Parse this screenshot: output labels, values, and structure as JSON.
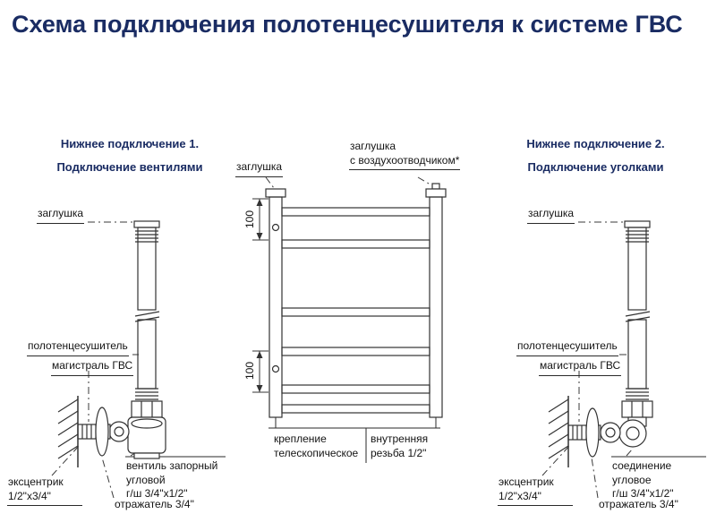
{
  "title": "Схема подключения полотенцесушителя к системе ГВС",
  "colors": {
    "accent": "#1a2c63",
    "line": "#333333"
  },
  "left": {
    "heading1": "Нижнее подключение 1.",
    "heading2": "Подключение вентилями",
    "labels": {
      "cap": "заглушка",
      "towel_rail": "полотенцесушитель",
      "main": "магистраль ГВС",
      "eccentric": "эксцентрик\n1/2\"x3/4\"",
      "valve": "вентиль запорный\nугловой\nг/ш 3/4\"x1/2\"",
      "reflector": "отражатель 3/4\""
    }
  },
  "center": {
    "labels": {
      "cap_left": "заглушка",
      "cap_right": "заглушка\nс воздухоотводчиком*",
      "dim_top": "100",
      "dim_bottom": "100",
      "mount": "крепление\nтелескопическое",
      "thread": "внутренняя\nрезьба 1/2\""
    }
  },
  "right": {
    "heading1": "Нижнее подключение 2.",
    "heading2": "Подключение уголками",
    "labels": {
      "cap": "заглушка",
      "towel_rail": "полотенцесушитель",
      "main": "магистраль ГВС",
      "eccentric": "эксцентрик\n1/2\"x3/4\"",
      "elbow": "соединение\nугловое\nг/ш 3/4\"x1/2\"",
      "reflector": "отражатель 3/4\""
    }
  }
}
